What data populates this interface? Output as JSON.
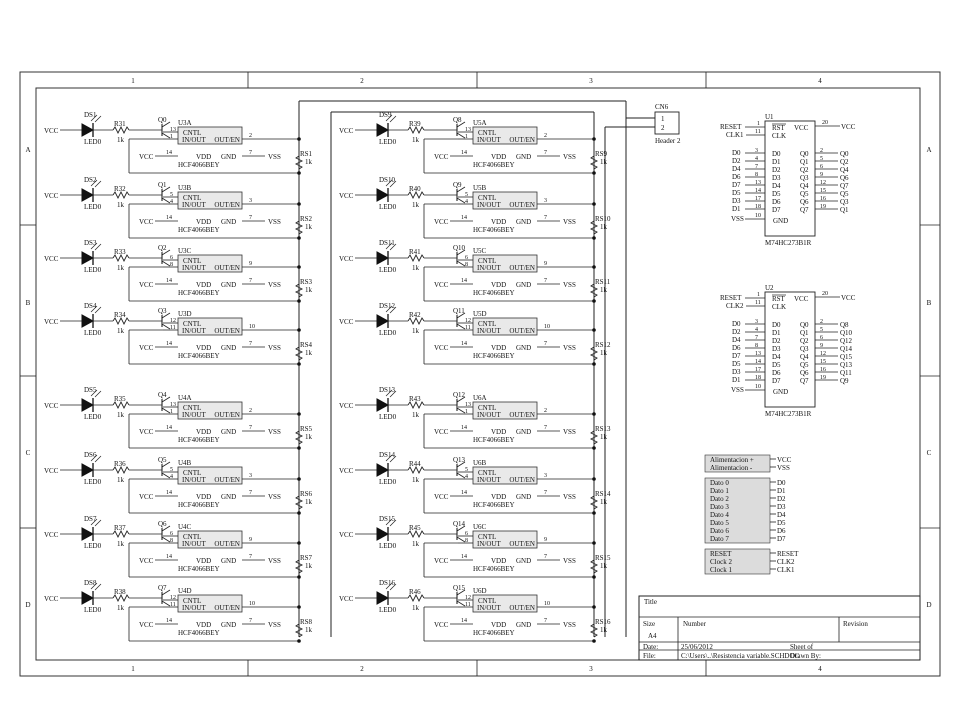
{
  "frame": {
    "columns": [
      "1",
      "2",
      "3",
      "4"
    ],
    "rows": [
      "A",
      "B",
      "C",
      "D"
    ]
  },
  "channel_parts": {
    "cntl_label": "CNTL",
    "io_label": "IN/OUT",
    "outen_label": "OUT/EN",
    "vdd_label": "VDD",
    "gnd_label": "GND",
    "part_value": "HCF4066BEY",
    "led_value": "LED0",
    "res_value": "1k",
    "vcc": "VCC",
    "vss": "VSS",
    "vdd_pin": "14",
    "gnd_pin": "7"
  },
  "channels": [
    {
      "ds": "DS1",
      "r": "R31",
      "q": "Q0",
      "u": "U3A",
      "rs": "RS1",
      "p1": "13",
      "p2": "1",
      "p3": "2"
    },
    {
      "ds": "DS2",
      "r": "R32",
      "q": "Q1",
      "u": "U3B",
      "rs": "RS2",
      "p1": "5",
      "p2": "4",
      "p3": "3"
    },
    {
      "ds": "DS3",
      "r": "R33",
      "q": "Q2",
      "u": "U3C",
      "rs": "RS3",
      "p1": "6",
      "p2": "8",
      "p3": "9"
    },
    {
      "ds": "DS4",
      "r": "R34",
      "q": "Q3",
      "u": "U3D",
      "rs": "RS4",
      "p1": "12",
      "p2": "11",
      "p3": "10"
    },
    {
      "ds": "DS5",
      "r": "R35",
      "q": "Q4",
      "u": "U4A",
      "rs": "RS5",
      "p1": "13",
      "p2": "1",
      "p3": "2"
    },
    {
      "ds": "DS6",
      "r": "R36",
      "q": "Q5",
      "u": "U4B",
      "rs": "RS6",
      "p1": "5",
      "p2": "4",
      "p3": "3"
    },
    {
      "ds": "DS7",
      "r": "R37",
      "q": "Q6",
      "u": "U4C",
      "rs": "RS7",
      "p1": "6",
      "p2": "8",
      "p3": "9"
    },
    {
      "ds": "DS8",
      "r": "R38",
      "q": "Q7",
      "u": "U4D",
      "rs": "RS8",
      "p1": "12",
      "p2": "11",
      "p3": "10"
    },
    {
      "ds": "DS9",
      "r": "R39",
      "q": "Q8",
      "u": "U5A",
      "rs": "RS9",
      "p1": "13",
      "p2": "1",
      "p3": "2"
    },
    {
      "ds": "DS10",
      "r": "R40",
      "q": "Q9",
      "u": "U5B",
      "rs": "RS10",
      "p1": "5",
      "p2": "4",
      "p3": "3"
    },
    {
      "ds": "DS11",
      "r": "R41",
      "q": "Q10",
      "u": "U5C",
      "rs": "RS11",
      "p1": "6",
      "p2": "8",
      "p3": "9"
    },
    {
      "ds": "DS12",
      "r": "R42",
      "q": "Q11",
      "u": "U5D",
      "rs": "RS12",
      "p1": "12",
      "p2": "11",
      "p3": "10"
    },
    {
      "ds": "DS13",
      "r": "R43",
      "q": "Q12",
      "u": "U6A",
      "rs": "RS13",
      "p1": "13",
      "p2": "1",
      "p3": "2"
    },
    {
      "ds": "DS14",
      "r": "R44",
      "q": "Q13",
      "u": "U6B",
      "rs": "RS14",
      "p1": "5",
      "p2": "4",
      "p3": "3"
    },
    {
      "ds": "DS15",
      "r": "R45",
      "q": "Q14",
      "u": "U6C",
      "rs": "RS15",
      "p1": "6",
      "p2": "8",
      "p3": "9"
    },
    {
      "ds": "DS16",
      "r": "R46",
      "q": "Q15",
      "u": "U6D",
      "rs": "RS16",
      "p1": "12",
      "p2": "11",
      "p3": "10"
    }
  ],
  "connector": {
    "ref": "CN6",
    "pins": [
      "1",
      "2"
    ],
    "value": "Header 2"
  },
  "latch_parts": {
    "rst": "RST",
    "clk": "CLK",
    "vcc": "VCC",
    "gnd": "GND",
    "value": "M74HC273B1R",
    "vcc_pin": "20",
    "gnd_pin": "10",
    "vss": "VSS",
    "rst_pin": "1",
    "clk_pin": "11",
    "in_pins": [
      "3",
      "4",
      "7",
      "8",
      "13",
      "14",
      "17",
      "18"
    ],
    "out_pins": [
      "2",
      "5",
      "6",
      "9",
      "12",
      "15",
      "16",
      "19"
    ],
    "d_labels": [
      "D0",
      "D1",
      "D2",
      "D3",
      "D4",
      "D5",
      "D6",
      "D7"
    ],
    "q_labels": [
      "Q0",
      "Q1",
      "Q2",
      "Q3",
      "Q4",
      "Q5",
      "Q6",
      "Q7"
    ]
  },
  "latches": [
    {
      "ref": "U1",
      "reset_net": "RESET",
      "clk_net": "CLK1",
      "d_nets": [
        "D0",
        "D2",
        "D4",
        "D6",
        "D7",
        "D5",
        "D3",
        "D1"
      ],
      "q_nets": [
        "Q0",
        "Q2",
        "Q4",
        "Q6",
        "Q7",
        "Q5",
        "Q3",
        "Q1"
      ]
    },
    {
      "ref": "U2",
      "reset_net": "RESET",
      "clk_net": "CLK2",
      "d_nets": [
        "D0",
        "D2",
        "D4",
        "D6",
        "D7",
        "D5",
        "D3",
        "D1"
      ],
      "q_nets": [
        "Q8",
        "Q10",
        "Q12",
        "Q14",
        "Q15",
        "Q13",
        "Q11",
        "Q9"
      ]
    }
  ],
  "net_legend": {
    "power": [
      {
        "label": "Alimentacion +",
        "net": "VCC"
      },
      {
        "label": "Alimentacion -",
        "net": "VSS"
      }
    ],
    "data": [
      {
        "label": "Dato 0",
        "net": "D0"
      },
      {
        "label": "Dato 1",
        "net": "D1"
      },
      {
        "label": "Dato 2",
        "net": "D2"
      },
      {
        "label": "Dato 3",
        "net": "D3"
      },
      {
        "label": "Dato 4",
        "net": "D4"
      },
      {
        "label": "Dato 5",
        "net": "D5"
      },
      {
        "label": "Dato 6",
        "net": "D6"
      },
      {
        "label": "Dato 7",
        "net": "D7"
      }
    ],
    "control": [
      {
        "label": "RESET",
        "net": "RESET"
      },
      {
        "label": "Clock 2",
        "net": "CLK2"
      },
      {
        "label": "Clock 1",
        "net": "CLK1"
      }
    ]
  },
  "title_block": {
    "title_label": "Title",
    "size_label": "Size",
    "size_value": "A4",
    "number_label": "Number",
    "revision_label": "Revision",
    "date_label": "Date:",
    "date_value": "25/06/2012",
    "file_label": "File:",
    "file_value": "C:\\Users\\..\\Resistencia variable.SCHDOC",
    "sheet_label": "Sheet    of",
    "drawn_label": "Drawn By:"
  }
}
